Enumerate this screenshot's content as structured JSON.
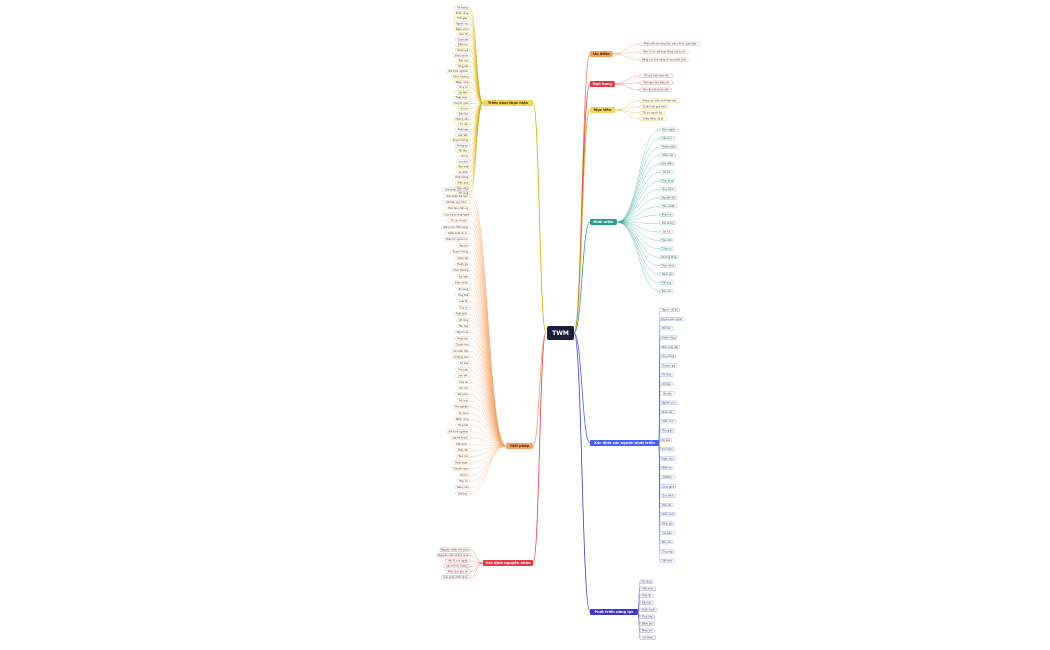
{
  "root": {
    "label": "TWM",
    "color": "#1e1e3c"
  },
  "branches": [
    {
      "id": "b1",
      "label": "Ưu điểm",
      "color": "#f4a261",
      "accent": "#e76f51",
      "items": [
        "Phát triển kỹ năng làm việc nhóm, giao tiếp",
        "Hiểu rõ cơ chế hoạt động của dự án",
        "Nắng cao khả năng tư duy phản biện"
      ]
    },
    {
      "id": "b2",
      "label": "Hạn hung",
      "color": "#e63946",
      "accent": "#e63946",
      "items": [
        "Chi phí triển khai lớn",
        "Thời gian tìm hiểu dài",
        "Yêu cầu kiến thức nền"
      ]
    },
    {
      "id": "b3",
      "label": "Mục tiêu",
      "color": "#f4d35e",
      "accent": "#d4a800",
      "items": [
        "Nâng cao hiệu suất làm việc",
        "Chuẩn hóa quy trình",
        "Tối ưu nguồn lực",
        "Giảm thiểu rủi ro"
      ]
    },
    {
      "id": "b4",
      "label": "Khái niệm",
      "color": "#2a9d8f",
      "accent": "#2a9d8f",
      "items": [
        "Định nghĩa",
        "Cấu trúc",
        "Thành phần",
        "Phân loại",
        "Đặc điểm",
        "Vai trò",
        "Ứng dụng",
        "Quy trình",
        "Nguyên tắc",
        "Tiêu chuẩn",
        "Phạm vi",
        "Đối tượng",
        "Lợi ích",
        "Hạn chế",
        "Công cụ",
        "Phương pháp",
        "Thực hành",
        "Đánh giá",
        "Kết quả",
        "Báo cáo"
      ]
    },
    {
      "id": "b5",
      "label": "Xác định các nguồn phát triển",
      "color": "#4361ee",
      "accent": "#4361ee",
      "items": [
        "Nguồn nội bộ",
        "Nguồn bên ngoài",
        "Đối tác",
        "Khách hàng",
        "Nhà cung cấp",
        "Cộng đồng",
        "Chuyên gia",
        "Tổ chức",
        "Dữ liệu",
        "Tài liệu",
        "Nghiên cứu",
        "Khảo sát",
        "Phân tích",
        "Thống kê",
        "Dự báo",
        "Kế hoạch",
        "Ngân sách",
        "Nhân sự",
        "Thiết bị",
        "Công nghệ",
        "Quy trình",
        "Tiến độ",
        "Kiểm soát",
        "Đánh giá",
        "Cải tiến",
        "Báo cáo",
        "Tổng hợp",
        "Kết luận"
      ]
    },
    {
      "id": "b6",
      "label": "Phát triển năng lực",
      "color": "#3f37c9",
      "accent": "#3f37c9",
      "items": [
        "Kỹ năng",
        "Kiến thức",
        "Thái độ",
        "Đào tạo",
        "Huấn luyện",
        "Thực tập",
        "Đánh giá",
        "Phản hồi",
        "Cải thiện"
      ]
    },
    {
      "id": "b7",
      "label": "Xác định nguyên nhân",
      "color": "#e63946",
      "accent": "#e63946",
      "items": [
        "Nguyên nhân chủ quan",
        "Nguyên nhân khách quan",
        "Yếu tố con người",
        "Yếu tố môi trường",
        "Phân tích gốc rễ",
        "Giải pháp khắc phục"
      ]
    },
    {
      "id": "b8",
      "label": "Giải pháp",
      "color": "#f4a261",
      "accent": "#f4a261",
      "items": [
        "Giải pháp ngắn hạn",
        "Giải pháp dài hạn",
        "Cải tiến quy trình",
        "Đào tạo nhân sự",
        "Ứng dụng công nghệ",
        "Tối ưu chi phí",
        "Nâng cao chất lượng",
        "Kiểm soát rủi ro",
        "Phân bổ nguồn lực",
        "Hợp tác",
        "Truyền thông",
        "Giám sát",
        "Đánh giá",
        "Khen thưởng",
        "Kỷ luật",
        "Điều chỉnh",
        "Bổ sung",
        "Thay thế",
        "Loại bỏ",
        "Duy trì",
        "Phát triển",
        "Mở rộng",
        "Thu hẹp",
        "Tập trung",
        "Phân tán",
        "Chuẩn hóa",
        "Cá nhân hóa",
        "Tự động hóa",
        "Số hóa",
        "Tích hợp",
        "Liên kết",
        "Chia sẻ",
        "Học hỏi",
        "Sáng tạo",
        "Đổi mới",
        "Thử nghiệm",
        "Áp dụng",
        "Nhân rộng",
        "Tổng kết",
        "Rút kinh nghiệm",
        "Lập kế hoạch",
        "Triển khai",
        "Theo dõi",
        "Báo cáo",
        "Hoàn thiện",
        "Chuyển giao",
        "Hỗ trợ",
        "Bảo trì",
        "Nâng cấp",
        "Kết thúc"
      ]
    },
    {
      "id": "b9",
      "label": "Triển khai thực hiện",
      "color": "#f4d35e",
      "accent": "#d4a800",
      "items": [
        "Kế hoạch",
        "Phân công",
        "Thời gian",
        "Nguồn lực",
        "Ngân sách",
        "Tiến độ",
        "Giám sát",
        "Kiểm tra",
        "Đánh giá",
        "Điều chỉnh",
        "Báo cáo",
        "Tổng kết",
        "Rút kinh nghiệm",
        "Khen thưởng",
        "Nhân rộng",
        "Duy trì",
        "Cải tiến",
        "Phát triển",
        "Chuyển giao",
        "Hỗ trợ",
        "Đào tạo",
        "Hướng dẫn",
        "Tư vấn",
        "Phối hợp",
        "Liên kết",
        "Truyền thông",
        "Thông tin",
        "Tài liệu",
        "Hồ sơ",
        "Lưu trữ",
        "Bảo mật",
        "An toàn",
        "Chất lượng",
        "Hiệu quả",
        "Bền vững",
        "Mở rộng"
      ]
    }
  ]
}
